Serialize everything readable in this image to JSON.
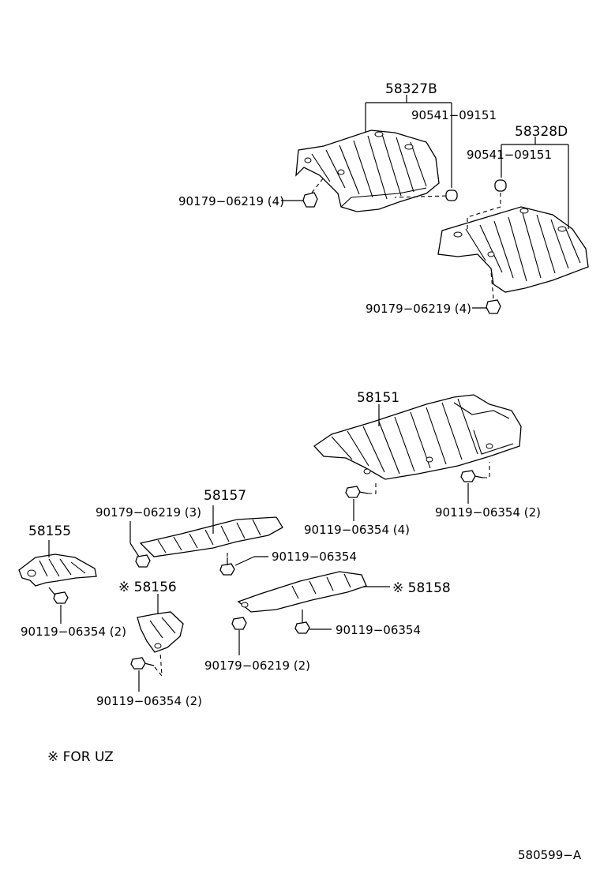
{
  "labels": {
    "p58327b": "58327B",
    "p58327b_clip": "90541−09151",
    "p58327b_nut": "90179−06219 (4)",
    "p58328d": "58328D",
    "p58328d_clip": "90541−09151",
    "p58328d_nut": "90179−06219 (4)",
    "p58151": "58151",
    "p58151_bolt_a": "90119−06354 (4)",
    "p58151_bolt_b": "90119−06354 (2)",
    "p58157": "58157",
    "p58157_nut": "90179−06219 (3)",
    "p58157_bolt": "90119−06354",
    "p58155": "58155",
    "p58155_bolt": "90119−06354 (2)",
    "p58156": "※ 58156",
    "p58156_bolt": "90119−06354 (2)",
    "p58158": "※ 58158",
    "p58158_bolt": "90119−06354",
    "p58158_nut": "90179−06219 (2)",
    "note": "※  FOR UZ",
    "diagram_id": "580599−A"
  }
}
